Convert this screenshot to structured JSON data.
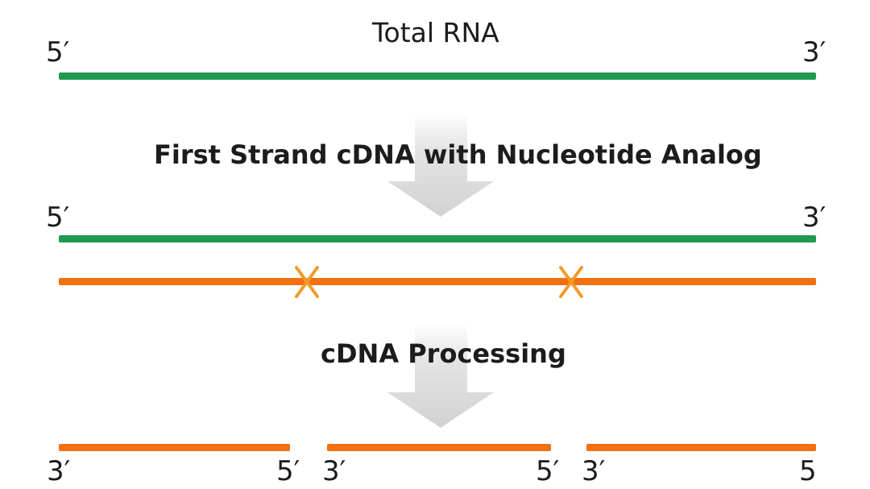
{
  "colors": {
    "rna_strand": "#1f9a4f",
    "cdna_strand": "#f2700f",
    "analog_mark": "#f29a2a",
    "process_arrow": "#d9d9d9"
  },
  "step1": {
    "title": "Total RNA",
    "rna_left_end": "5′",
    "rna_right_end": "3′"
  },
  "step2": {
    "title": "First Strand cDNA with Nucleotide Analog",
    "rna_left_end": "5′",
    "rna_right_end": "3′",
    "analog_marks": [
      "X",
      "X"
    ]
  },
  "step3": {
    "title": "cDNA Processing",
    "fragments": [
      {
        "left_end": "3′",
        "right_end": "5′"
      },
      {
        "left_end": "3′",
        "right_end": "5′"
      },
      {
        "left_end": "3′",
        "right_end": "5"
      }
    ]
  }
}
